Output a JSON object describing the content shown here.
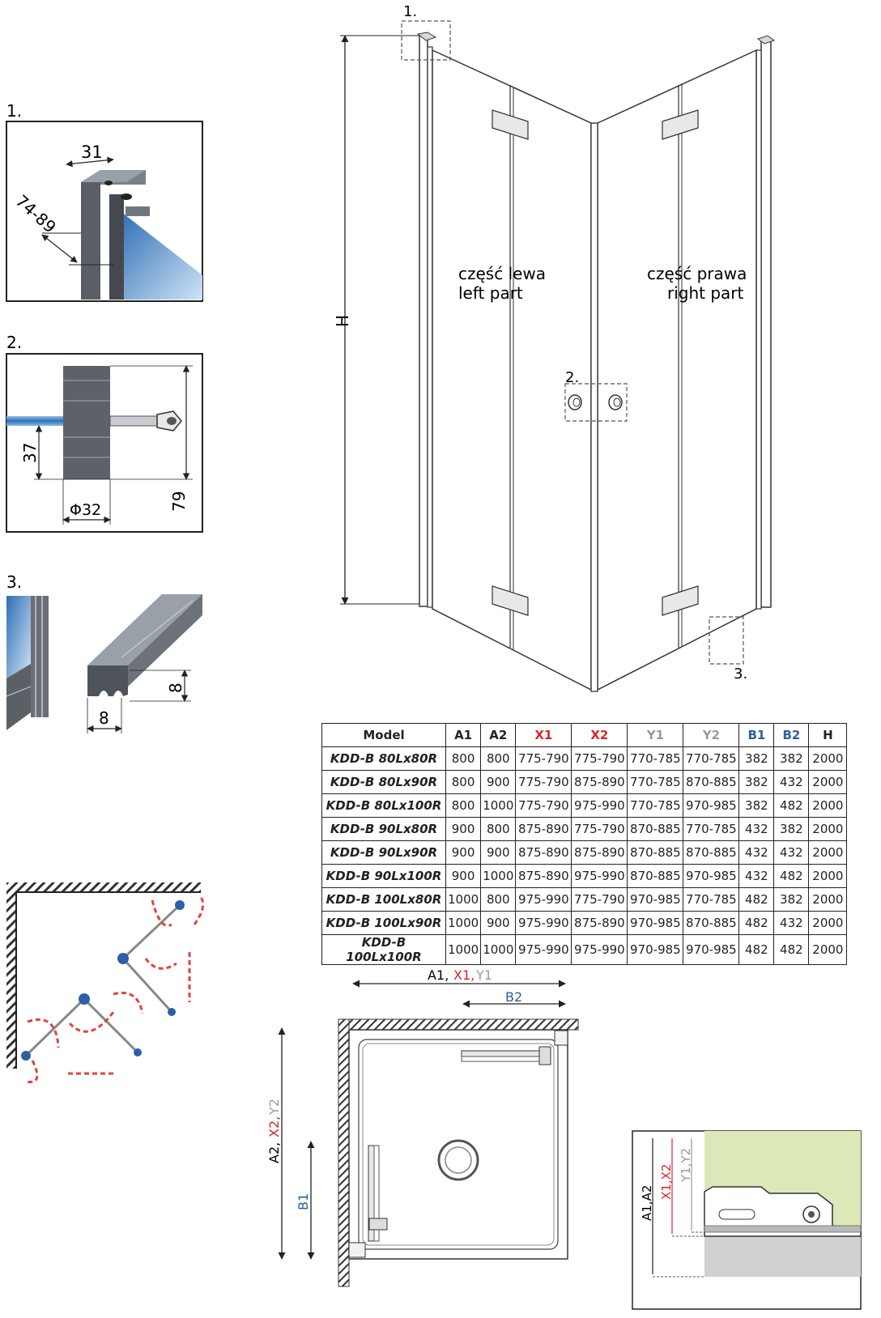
{
  "colors": {
    "red": "#d9262a",
    "gray": "#9a9a9a",
    "blue": "#2c5e9e",
    "glass": "#3f86c9",
    "arrow": "#e0443a"
  },
  "details": {
    "d1": {
      "label": "1.",
      "dim_width": "31",
      "dim_range": "74-89"
    },
    "d2": {
      "label": "2.",
      "dim_height_lower": "37",
      "dim_height_total": "79",
      "dim_diameter": "Φ32"
    },
    "d3": {
      "label": "3.",
      "dim_height": "8",
      "dim_width": "8"
    }
  },
  "main": {
    "callout1": "1.",
    "callout2": "2.",
    "callout3": "3.",
    "height_label": "H",
    "left_pl": "część lewa",
    "left_en": "left part",
    "right_pl": "część prawa",
    "right_en": "right part"
  },
  "table": {
    "headers": [
      "Model",
      "A1",
      "A2",
      "X1",
      "X2",
      "Y1",
      "Y2",
      "B1",
      "B2",
      "H"
    ],
    "rows": [
      [
        "KDD-B 80Lx80R",
        "800",
        "800",
        "775-790",
        "775-790",
        "770-785",
        "770-785",
        "382",
        "382",
        "2000"
      ],
      [
        "KDD-B 80Lx90R",
        "800",
        "900",
        "775-790",
        "875-890",
        "770-785",
        "870-885",
        "382",
        "432",
        "2000"
      ],
      [
        "KDD-B 80Lx100R",
        "800",
        "1000",
        "775-790",
        "975-990",
        "770-785",
        "970-985",
        "382",
        "482",
        "2000"
      ],
      [
        "KDD-B 90Lx80R",
        "900",
        "800",
        "875-890",
        "775-790",
        "870-885",
        "770-785",
        "432",
        "382",
        "2000"
      ],
      [
        "KDD-B 90Lx90R",
        "900",
        "900",
        "875-890",
        "875-890",
        "870-885",
        "870-885",
        "432",
        "432",
        "2000"
      ],
      [
        "KDD-B 90Lx100R",
        "900",
        "1000",
        "875-890",
        "975-990",
        "870-885",
        "970-985",
        "432",
        "482",
        "2000"
      ],
      [
        "KDD-B 100Lx80R",
        "1000",
        "800",
        "975-990",
        "775-790",
        "970-985",
        "770-785",
        "482",
        "382",
        "2000"
      ],
      [
        "KDD-B 100Lx90R",
        "1000",
        "900",
        "975-990",
        "875-890",
        "970-985",
        "870-885",
        "482",
        "432",
        "2000"
      ],
      [
        "KDD-B 100Lx100R",
        "1000",
        "1000",
        "975-990",
        "975-990",
        "970-985",
        "970-985",
        "482",
        "482",
        "2000"
      ]
    ]
  },
  "plan": {
    "top_a1": "A1,",
    "top_x1": "X1,",
    "top_y1": "Y1",
    "b2": "B2",
    "side_a2": "A2,",
    "side_x2": "X2,",
    "side_y2": "Y2",
    "b1": "B1"
  },
  "section": {
    "a": "A1,A2",
    "x": "X1,X2",
    "y": "Y1,Y2"
  }
}
